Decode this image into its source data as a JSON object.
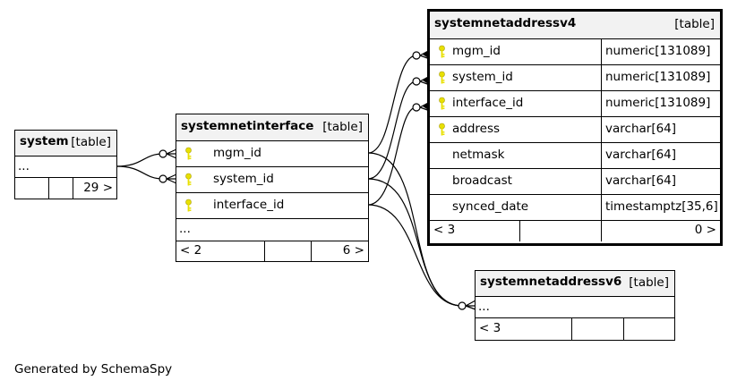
{
  "tables": {
    "system": {
      "name": "system",
      "tag": "[table]",
      "ellipsis": "...",
      "nav_right": "29 >"
    },
    "systemnetinterface": {
      "name": "systemnetinterface",
      "tag": "[table]",
      "columns": [
        "mgm_id",
        "system_id",
        "interface_id"
      ],
      "ellipsis": "...",
      "nav_left": "< 2",
      "nav_right": "6 >"
    },
    "systemnetaddressv4": {
      "name": "systemnetaddressv4",
      "tag": "[table]",
      "columns": [
        {
          "name": "mgm_id",
          "type": "numeric[131089]"
        },
        {
          "name": "system_id",
          "type": "numeric[131089]"
        },
        {
          "name": "interface_id",
          "type": "numeric[131089]"
        },
        {
          "name": "address",
          "type": "varchar[64]"
        },
        {
          "name": "netmask",
          "type": "varchar[64]"
        },
        {
          "name": "broadcast",
          "type": "varchar[64]"
        },
        {
          "name": "synced_date",
          "type": "timestamptz[35,6]"
        }
      ],
      "nav_left": "< 3",
      "nav_right": "0 >"
    },
    "systemnetaddressv6": {
      "name": "systemnetaddressv6",
      "tag": "[table]",
      "ellipsis": "...",
      "nav_left": "< 3"
    }
  },
  "footer": "Generated by SchemaSpy",
  "colors": {
    "header_fill": "#f2f2f2",
    "key_icon": "#e8e000",
    "line": "#000000"
  }
}
